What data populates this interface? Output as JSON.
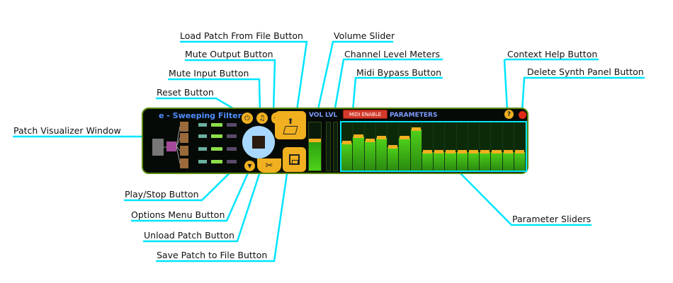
{
  "callouts": {
    "load_patch": "Load Patch From File Button",
    "volume_slider": "Volume Slider",
    "mute_output": "Mute Output Button",
    "channel_meters": "Channel Level Meters",
    "mute_input": "Mute Input Button",
    "midi_bypass": "Midi Bypass Button",
    "reset": "Reset Button",
    "context_help": "Context Help Button",
    "delete_panel": "Delete Synth Panel Button",
    "visualizer": "Patch Visualizer Window",
    "play_stop": "Play/Stop Button",
    "options_menu": "Options Menu Button",
    "unload_patch": "Unload Patch Button",
    "save_patch": "Save Patch to File Button",
    "param_sliders": "Parameter Sliders"
  },
  "panel": {
    "title": "e - Sweeping Filters",
    "vol_label": "VOL",
    "lvl_label": "LVL",
    "midi_label": "MIDI ENABLE",
    "params_label": "PARAMETERS",
    "help_glyph": "?"
  },
  "levels": {
    "volume": 0.62,
    "parameters": [
      0.58,
      0.71,
      0.62,
      0.67,
      0.49,
      0.67,
      0.85,
      0.38,
      0.38,
      0.38,
      0.38,
      0.38,
      0.38,
      0.38,
      0.38,
      0.38
    ]
  },
  "colors": {
    "accent_cyan": "#00e5ff",
    "button_orange": "#f0b020",
    "play_blue": "#a8d8ff",
    "slider_green": "#4fd11a",
    "panel_border": "#5a8a10",
    "midi_red": "#d43a2a"
  },
  "icons": {
    "reset": "power-icon",
    "mute_input": "microphone-icon",
    "mute_output": "speaker-icon",
    "load": "folder-open-icon",
    "save": "floppy-disk-icon",
    "unload": "scissors-icon",
    "options": "chevron-down-icon",
    "play": "stop-square-icon"
  }
}
